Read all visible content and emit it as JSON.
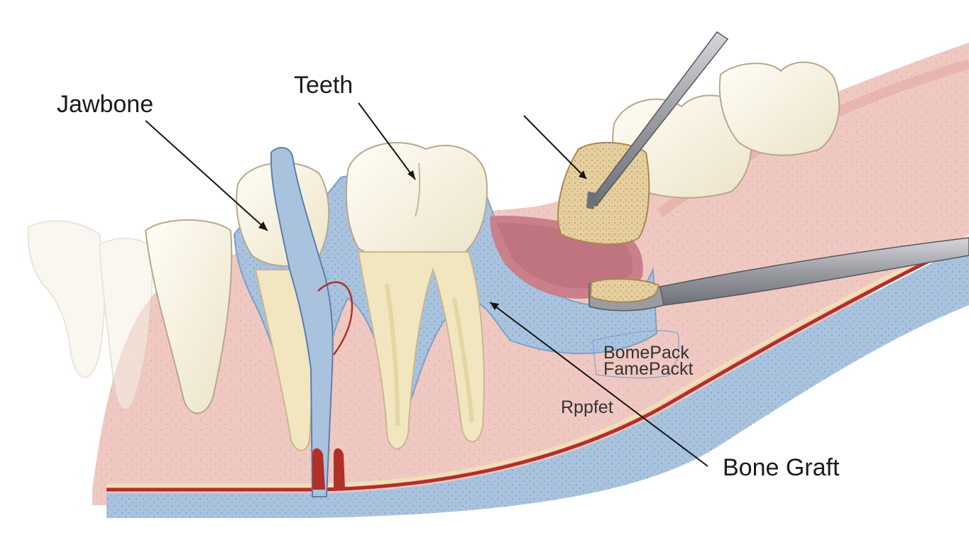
{
  "labels": {
    "jawbone": "Jawbone",
    "teeth": "Teeth",
    "bone_graft": "Bone Graft",
    "scribble_1": "BomePack",
    "scribble_2": "FamePackt",
    "scribble_3": "Rppfet"
  },
  "colors": {
    "gum": "#f0c8c2",
    "gum_dark": "#e7b0aa",
    "bone_blue": "#a9c3df",
    "bone_blue_dark": "#7fa1c9",
    "tooth": "#f8f2e2",
    "tooth_root": "#f1e6bf",
    "graft": "#e6cf9f",
    "nerve": "#b0302a",
    "instrument": "#8e9198"
  }
}
